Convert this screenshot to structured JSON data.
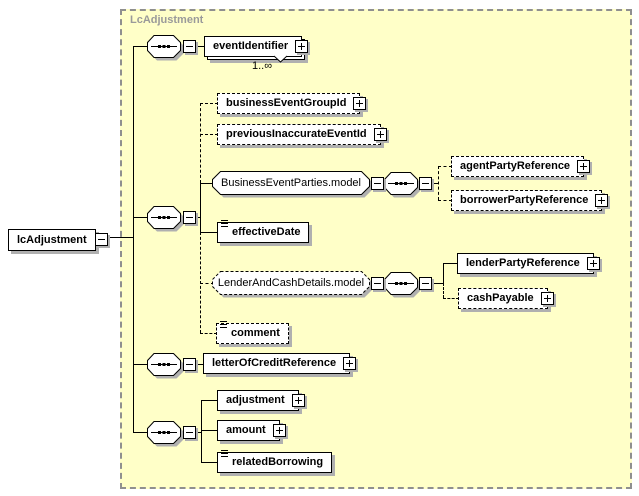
{
  "container": {
    "label": "LcAdjustment"
  },
  "root": {
    "label": "lcAdjustment"
  },
  "elements": {
    "eventIdentifier": {
      "label": "eventIdentifier",
      "occurrence": "1..∞"
    },
    "businessEventGroupId": {
      "label": "businessEventGroupId"
    },
    "previousInaccurateEventId": {
      "label": "previousInaccurateEventId"
    },
    "businessEventParties": {
      "label": "BusinessEventParties.model"
    },
    "effectiveDate": {
      "label": "effectiveDate"
    },
    "lenderAndCashDetails": {
      "label": "LenderAndCashDetails.model"
    },
    "comment": {
      "label": "comment"
    },
    "letterOfCreditReference": {
      "label": "letterOfCreditReference"
    },
    "adjustment": {
      "label": "adjustment"
    },
    "amount": {
      "label": "amount"
    },
    "relatedBorrowing": {
      "label": "relatedBorrowing"
    },
    "agentPartyReference": {
      "label": "agentPartyReference"
    },
    "borrowerPartyReference": {
      "label": "borrowerPartyReference"
    },
    "lenderPartyReference": {
      "label": "lenderPartyReference"
    },
    "cashPayable": {
      "label": "cashPayable"
    }
  },
  "icons": {
    "sequence": "sequence-compositor-octagon",
    "plus": "expand-icon",
    "minus": "collapse-icon",
    "lines": "simple-content-icon",
    "chevron": "repeat-chevron-icon"
  },
  "colors": {
    "container_fill": "#ffffc8",
    "container_border": "#8f8f8f",
    "box_border": "#000000",
    "shadow": "#b0b0b0",
    "container_label": "#9a9a9a"
  }
}
